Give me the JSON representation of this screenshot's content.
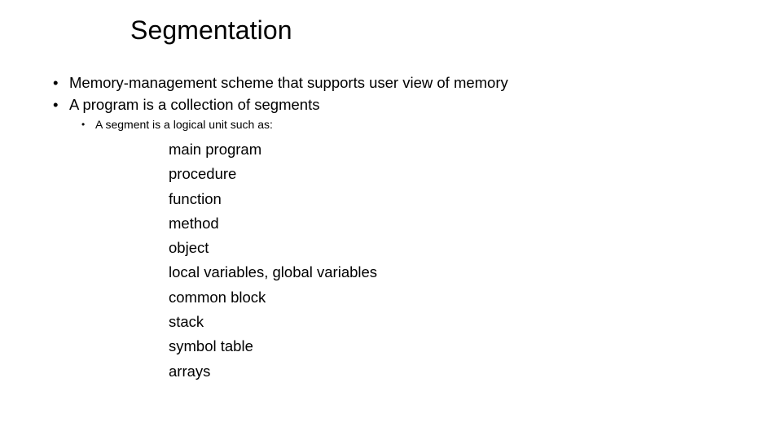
{
  "slide": {
    "title": "Segmentation",
    "background_color": "#ffffff",
    "text_color": "#000000",
    "bullet_glyph": "•",
    "level1_bullets": [
      "Memory-management scheme that supports user view of memory",
      "A program is a collection of segments"
    ],
    "level2_bullets": [
      "A segment is a logical unit such as:"
    ],
    "segment_types": [
      "main program",
      "procedure",
      "function",
      "method",
      "object",
      "local variables, global variables",
      "common block",
      "stack",
      "symbol table",
      "arrays"
    ]
  }
}
